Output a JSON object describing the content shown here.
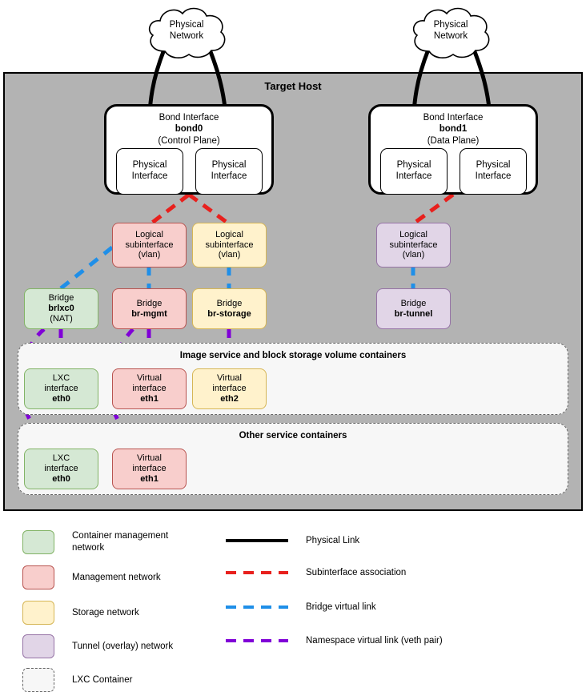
{
  "title": "Target Host",
  "colors": {
    "host_bg": "#b3b3b3",
    "container_mgmt_network": "#d5e8d4",
    "management_network": "#f8cecc",
    "storage_network": "#fff2cc",
    "tunnel_network": "#e1d5e7",
    "lxc_container": "#f7f7f7",
    "physical_link": "#000000",
    "subinterface_association": "#e8201d",
    "bridge_virtual_link": "#1f8fe8",
    "namespace_virtual_link": "#8000d7"
  },
  "clouds": [
    {
      "line1": "Physical",
      "line2": "Network"
    },
    {
      "line1": "Physical",
      "line2": "Network"
    }
  ],
  "bonds": [
    {
      "title": "Bond Interface",
      "name": "bond0",
      "plane": "(Control Plane)",
      "members": [
        {
          "line1": "Physical",
          "line2": "Interface"
        },
        {
          "line1": "Physical",
          "line2": "Interface"
        }
      ]
    },
    {
      "title": "Bond Interface",
      "name": "bond1",
      "plane": "(Data Plane)",
      "members": [
        {
          "line1": "Physical",
          "line2": "Interface"
        },
        {
          "line1": "Physical",
          "line2": "Interface"
        }
      ]
    }
  ],
  "subinterfaces": [
    {
      "line1": "Logical",
      "line2": "subinterface",
      "line3": "(vlan)",
      "network": "management"
    },
    {
      "line1": "Logical",
      "line2": "subinterface",
      "line3": "(vlan)",
      "network": "storage"
    },
    {
      "line1": "Logical",
      "line2": "subinterface",
      "line3": "(vlan)",
      "network": "tunnel"
    }
  ],
  "bridges": [
    {
      "label": "Bridge",
      "name": "brlxc0",
      "note": "(NAT)",
      "network": "container-management"
    },
    {
      "label": "Bridge",
      "name": "br-mgmt",
      "note": "",
      "network": "management"
    },
    {
      "label": "Bridge",
      "name": "br-storage",
      "note": "",
      "network": "storage"
    },
    {
      "label": "Bridge",
      "name": "br-tunnel",
      "note": "",
      "network": "tunnel"
    }
  ],
  "container_groups": [
    {
      "title": "Image service and block storage volume containers",
      "interfaces": [
        {
          "line1": "LXC",
          "line2": "interface",
          "name": "eth0",
          "network": "container-management"
        },
        {
          "line1": "Virtual",
          "line2": "interface",
          "name": "eth1",
          "network": "management"
        },
        {
          "line1": "Virtual",
          "line2": "interface",
          "name": "eth2",
          "network": "storage"
        }
      ]
    },
    {
      "title": "Other service containers",
      "interfaces": [
        {
          "line1": "LXC",
          "line2": "interface",
          "name": "eth0",
          "network": "container-management"
        },
        {
          "line1": "Virtual",
          "line2": "interface",
          "name": "eth1",
          "network": "management"
        }
      ]
    }
  ],
  "legend": {
    "swatches": [
      {
        "label": "Container management\nnetwork",
        "color": "#d5e8d4"
      },
      {
        "label": "Management network",
        "color": "#f8cecc"
      },
      {
        "label": "Storage network",
        "color": "#fff2cc"
      },
      {
        "label": "Tunnel (overlay) network",
        "color": "#e1d5e7"
      },
      {
        "label": "LXC Container",
        "color": "#f7f7f7"
      }
    ],
    "lines": [
      {
        "label": "Physical Link",
        "color": "#000000",
        "style": "solid"
      },
      {
        "label": "Subinterface association",
        "color": "#e8201d",
        "style": "dashed"
      },
      {
        "label": "Bridge virtual link",
        "color": "#1f8fe8",
        "style": "dashed"
      },
      {
        "label": "Namespace virtual link (veth pair)",
        "color": "#8000d7",
        "style": "dashed"
      }
    ]
  }
}
